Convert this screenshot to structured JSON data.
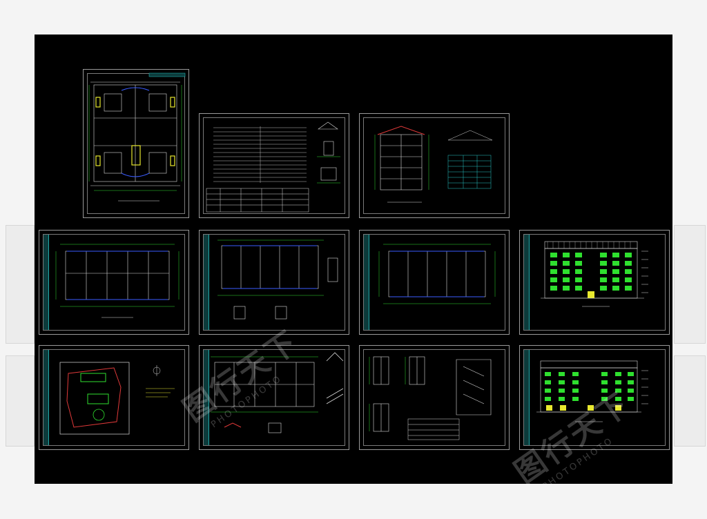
{
  "colors": {
    "background": "#f4f4f4",
    "canvas": "#000000",
    "line_white": "#dcdcdc",
    "line_green": "#2fe02f",
    "line_cyan": "#27c8c8",
    "line_yellow": "#e8e82e",
    "line_red": "#e23a3a",
    "line_blue": "#3a5cff"
  },
  "sheets": [
    {
      "id": "floor-plan-unit",
      "kind": "plan-unit"
    },
    {
      "id": "design-notes",
      "kind": "notes"
    },
    {
      "id": "section-1-1",
      "kind": "section"
    },
    {
      "id": "ground-floor-plan",
      "kind": "plan"
    },
    {
      "id": "standard-floor-plan",
      "kind": "plan"
    },
    {
      "id": "top-floor-plan",
      "kind": "plan"
    },
    {
      "id": "south-elevation",
      "kind": "elevation"
    },
    {
      "id": "site-plan",
      "kind": "site"
    },
    {
      "id": "roof-plan-details",
      "kind": "roof"
    },
    {
      "id": "stair-details",
      "kind": "stair"
    },
    {
      "id": "north-elevation",
      "kind": "elevation"
    }
  ],
  "watermark": {
    "brand_cn": "图行天下",
    "brand_en": "PHOTOPHOTO"
  }
}
